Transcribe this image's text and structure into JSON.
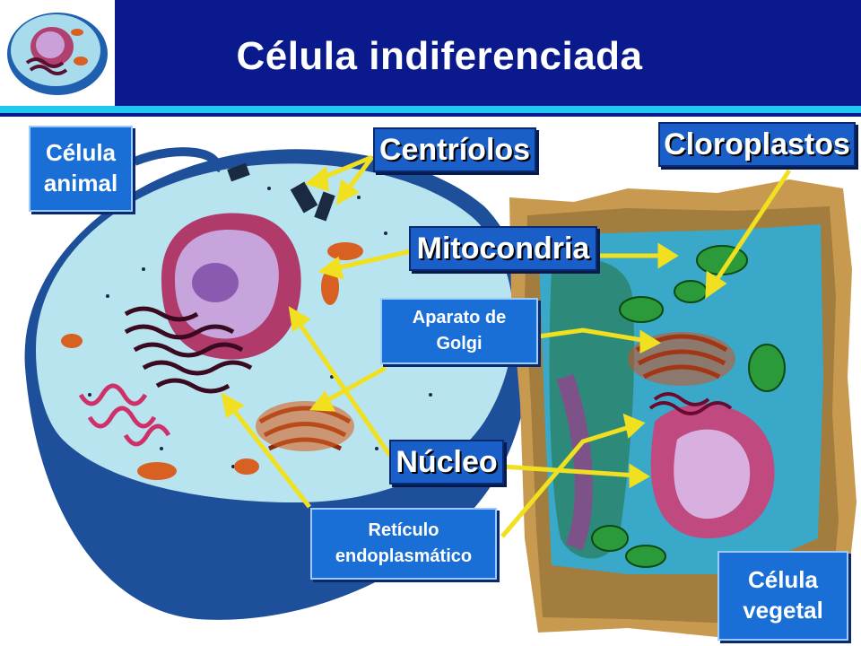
{
  "title": "Célula indiferenciada",
  "labels": {
    "celula_animal": [
      "Célula",
      "animal"
    ],
    "celula_vegetal": [
      "Célula",
      "vegetal"
    ],
    "centriolos": "Centríolos",
    "cloroplastos": "Cloroplastos",
    "mitocondria": "Mitocondria",
    "aparato_golgi": [
      "Aparato de",
      "Golgi"
    ],
    "nucleo": "Núcleo",
    "reticulo": [
      "Retículo",
      "endoplasmático"
    ]
  },
  "colors": {
    "header": "#0a1a8c",
    "accent_line": "#1ec8f0",
    "label_box": "#1a6fd6",
    "pointer_arrow": "#f0e020"
  }
}
